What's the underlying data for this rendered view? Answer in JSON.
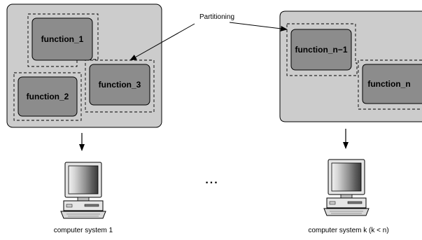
{
  "diagram": {
    "partition_label": "Partitioning",
    "ellipsis": "...",
    "system_1": {
      "functions": [
        "function_1",
        "function_2",
        "function_3"
      ],
      "caption": "computer system 1"
    },
    "system_k": {
      "functions": [
        "function_n−1",
        "function_n"
      ],
      "caption": "computer system k (k < n)"
    },
    "colors": {
      "panel_fill": "#cccccc",
      "function_fill": "#8c8c8c",
      "stroke": "#000000"
    },
    "icons": [
      "computer-icon",
      "down-arrow-icon"
    ]
  }
}
